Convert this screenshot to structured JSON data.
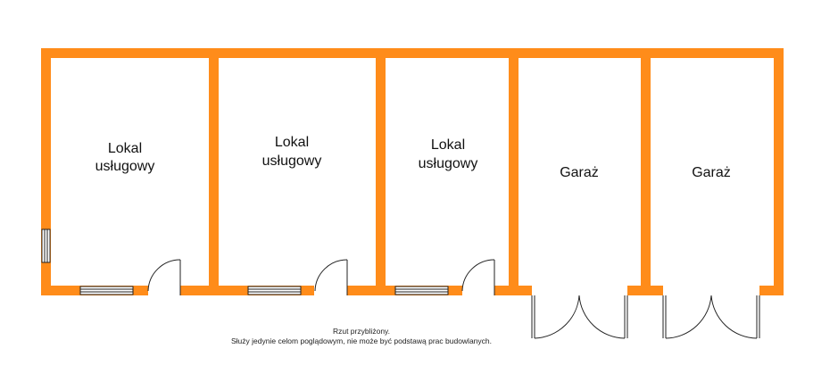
{
  "colors": {
    "wall": "#ff8c1a",
    "line": "#222222",
    "background": "#ffffff"
  },
  "rooms": [
    {
      "line1": "Lokal",
      "line2": "usługowy"
    },
    {
      "line1": "Lokal",
      "line2": "usługowy"
    },
    {
      "line1": "Lokal",
      "line2": "usługowy"
    },
    {
      "line1": "Garaż"
    },
    {
      "line1": "Garaż"
    }
  ],
  "note": {
    "line1": "Rzut przybliżony.",
    "line2": "Służy jedynie celom poglądowym, nie może być podstawą prac budowlanych."
  }
}
